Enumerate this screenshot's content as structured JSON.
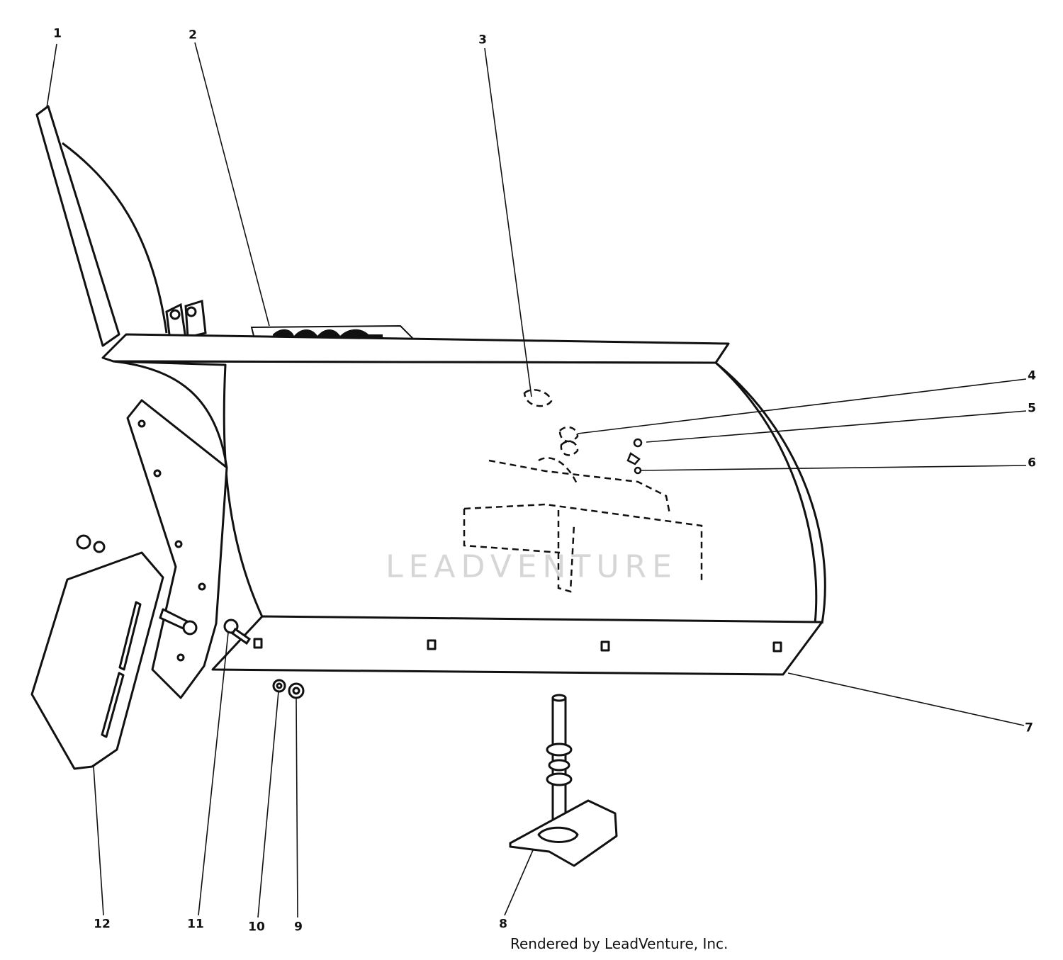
{
  "diagram": {
    "callouts": [
      {
        "id": "1",
        "label": "1"
      },
      {
        "id": "2",
        "label": "2"
      },
      {
        "id": "3",
        "label": "3"
      },
      {
        "id": "4",
        "label": "4"
      },
      {
        "id": "5",
        "label": "5"
      },
      {
        "id": "6",
        "label": "6"
      },
      {
        "id": "7",
        "label": "7"
      },
      {
        "id": "8",
        "label": "8"
      },
      {
        "id": "9",
        "label": "9"
      },
      {
        "id": "10",
        "label": "10"
      },
      {
        "id": "11",
        "label": "11"
      },
      {
        "id": "12",
        "label": "12"
      }
    ],
    "watermark_text": "LEADVENTURE",
    "credit_text": "Rendered by LeadVenture, Inc."
  },
  "colors": {
    "line": "#111111",
    "watermark": "#d6d6d6",
    "background": "#ffffff"
  }
}
